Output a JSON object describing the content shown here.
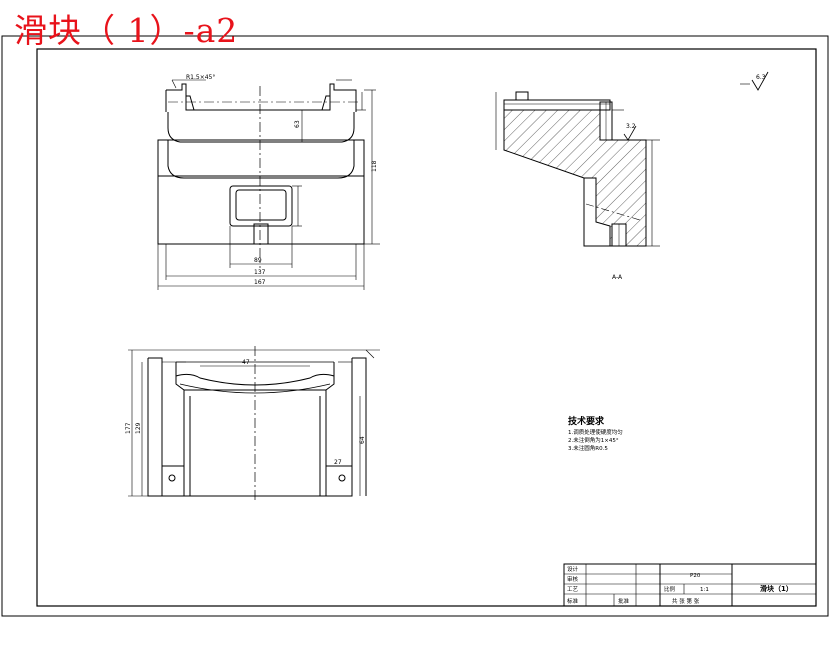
{
  "title": "滑块（ 1）-a2",
  "colors": {
    "title": "#e8131b",
    "line": "#000000"
  },
  "dimensions": {
    "top_view": [
      "118",
      "63",
      "89",
      "137",
      "167"
    ],
    "top_chamfer": "R1.5×45°",
    "side_view": [
      "177",
      "129",
      "64"
    ],
    "front_view": [
      "47",
      "27"
    ]
  },
  "section": {
    "label": "A-A",
    "roughness_top": "6.3",
    "roughness_mid": "3.2"
  },
  "notes": {
    "heading": "技术要求",
    "items": [
      "1.调质处理使硬度均匀",
      "2.未注倒角为1×45°",
      "3.未注圆角R0.5"
    ]
  },
  "title_block": {
    "labels": [
      "设计",
      "审核",
      "工艺",
      "标准",
      "批准"
    ],
    "part_name": "滑块（1）",
    "material": "P20",
    "scale_label": "比例",
    "scale": "1:1",
    "sheet_text": "共  张  第  张"
  }
}
